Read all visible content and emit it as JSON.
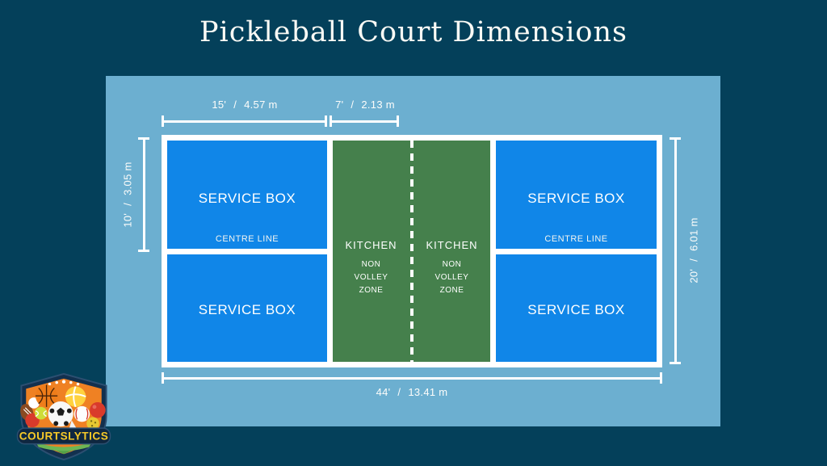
{
  "title": "Pickleball Court Dimensions",
  "court": {
    "service_box_label": "SERVICE BOX",
    "centre_line_label": "CENTRE LINE",
    "kitchen": {
      "title": "KITCHEN",
      "line1": "NON",
      "line2": "VOLLEY",
      "line3": "ZONE"
    }
  },
  "measurements": {
    "service_area_width": {
      "feet": "15'",
      "sep": "/",
      "meters": "4.57 m"
    },
    "kitchen_depth": {
      "feet": "7'",
      "sep": "/",
      "meters": "2.13 m"
    },
    "half_width": {
      "feet": "10'",
      "sep": "/",
      "meters": "3.05 m"
    },
    "full_width": {
      "feet": "20'",
      "sep": "/",
      "meters": "6.01 m"
    },
    "full_length": {
      "feet": "44'",
      "sep": "/",
      "meters": "13.41 m"
    }
  },
  "logo": {
    "brand": "COURTSLYTICS"
  },
  "colors": {
    "background": "#04405a",
    "panel": "#6cafd0",
    "service_box": "#1086e8",
    "kitchen": "#45804c",
    "line": "#ffffff",
    "logo_banner_text": "#f7c928"
  }
}
